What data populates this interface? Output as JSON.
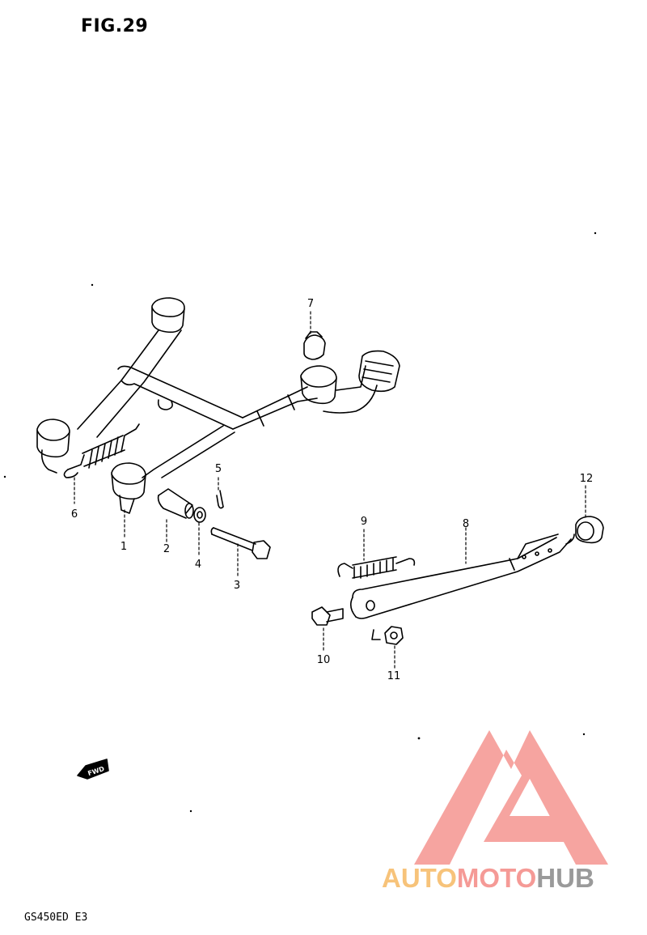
{
  "figure": {
    "title": "FIG.29",
    "model_code": "GS450ED E3"
  },
  "callouts": [
    "7",
    "5",
    "6",
    "1",
    "2",
    "4",
    "3",
    "12",
    "9",
    "8",
    "10",
    "11"
  ],
  "fwd_label": "FWD",
  "watermark": {
    "part1": "AUTO",
    "part2": "MOTO",
    "part3": "HUB"
  },
  "colors": {
    "line": "#000000",
    "watermark_orange": "#f7c37a",
    "watermark_red": "#f59a96",
    "watermark_gray": "#9a9a9a"
  }
}
